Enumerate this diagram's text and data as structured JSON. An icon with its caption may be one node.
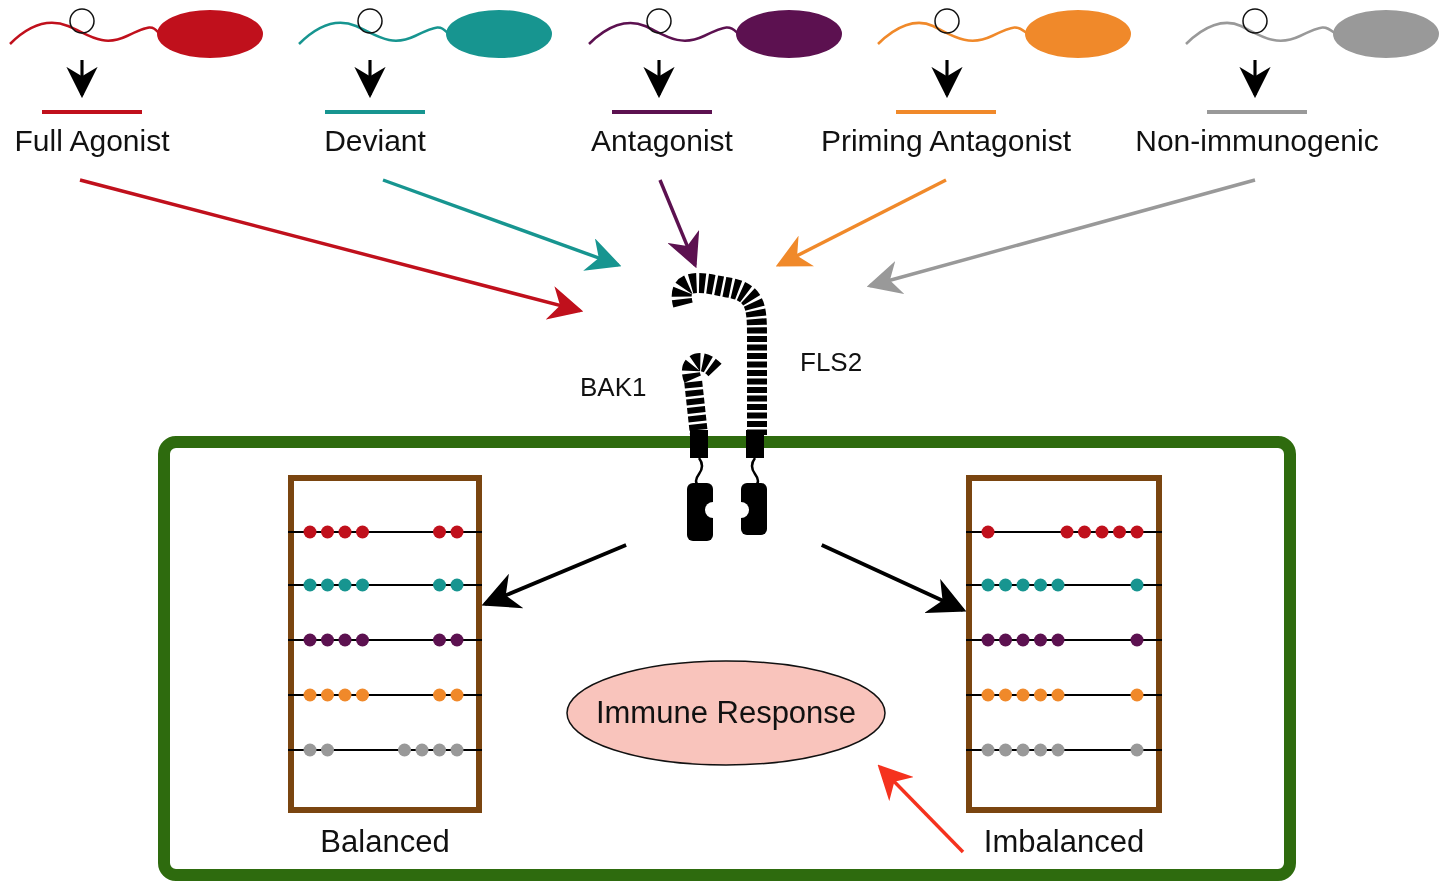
{
  "diagram": {
    "nodes": [
      {
        "text": [],
        "shape": "picture"
      },
      {
        "text": [],
        "shape": "picture"
      },
      {
        "text": [],
        "shape": "picture"
      },
      {
        "text": [],
        "shape": "picture"
      },
      {
        "text": [],
        "shape": "picture"
      },
      {
        "text": [
          "Full Agonist"
        ]
      },
      {
        "text": [
          "Deviant"
        ]
      },
      {
        "text": [
          "Antagonist"
        ]
      },
      {
        "text": [
          "Priming Antagonist"
        ]
      },
      {
        "text": [
          "Non-immunogenic"
        ]
      },
      {
        "text": [],
        "shape": "picture",
        "beside": [
          "BAK1",
          "FLS2"
        ]
      },
      {
        "text": [],
        "shape": "box"
      },
      {
        "text": [
          "Balanced"
        ],
        "in": 11
      },
      {
        "text": [
          "Imbalanced"
        ],
        "in": 11
      },
      {
        "text": [
          "Immune Response"
        ],
        "in": 11
      }
    ],
    "edges": [
      {
        "from": 0,
        "to": 5,
        "arrow": "to"
      },
      {
        "from": 1,
        "to": 6,
        "arrow": "to"
      },
      {
        "from": 2,
        "to": 7,
        "arrow": "to"
      },
      {
        "from": 3,
        "to": 8,
        "arrow": "to"
      },
      {
        "from": 4,
        "to": 9,
        "arrow": "to"
      },
      {
        "from": 5,
        "to": 10,
        "arrow": "to",
        "color": "#c0101c"
      },
      {
        "from": 6,
        "to": 10,
        "arrow": "to",
        "color": "#179590"
      },
      {
        "from": 7,
        "to": 10,
        "arrow": "to",
        "color": "#5c1150"
      },
      {
        "from": 8,
        "to": 10,
        "arrow": "to",
        "color": "#f0892a"
      },
      {
        "from": 9,
        "to": 10,
        "arrow": "to",
        "color": "#999999"
      },
      {
        "from": 10,
        "to": 12,
        "arrow": "to"
      },
      {
        "from": 10,
        "to": 13,
        "arrow": "to"
      },
      {
        "from": 13,
        "to": 14,
        "arrow": "to",
        "color": "#f5321e"
      }
    ]
  }
}
